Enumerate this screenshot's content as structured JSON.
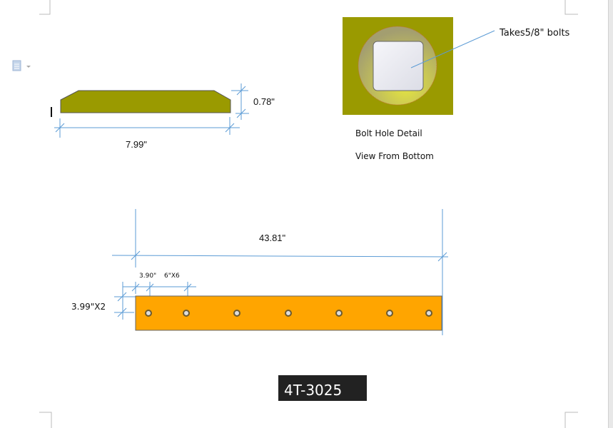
{
  "side_view": {
    "width_label": "7.99\"",
    "height_label": "0.78\""
  },
  "bolt_detail": {
    "callout": "Takes5/8\"  bolts",
    "caption_1": "Bolt Hole Detail",
    "caption_2": "View From Bottom"
  },
  "top_view": {
    "length_label": "43.81\"",
    "first_hole_label": "3.90\"",
    "spacing_label": "6\"X6",
    "hole_offset_label": "3.99\"X2",
    "hole_count": 7
  },
  "part_number": "4T-3025",
  "colors": {
    "side_fill": "#9a9a00",
    "blade_fill": "#ffa500",
    "dimension_line": "#5b9bd5",
    "label_bg": "#222222"
  }
}
